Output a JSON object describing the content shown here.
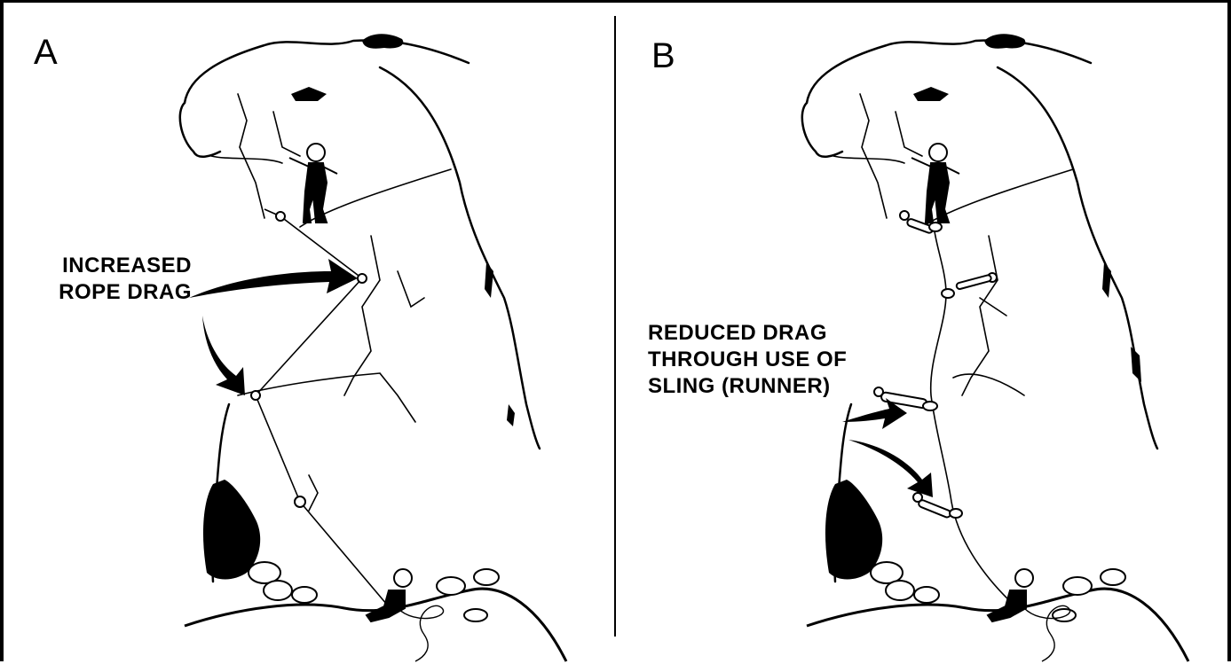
{
  "panels": [
    {
      "letter": "A",
      "caption_lines": [
        "INCREASED",
        "ROPE DRAG"
      ]
    },
    {
      "letter": "B",
      "caption_lines": [
        "REDUCED DRAG",
        "THROUGH USE OF",
        "SLING (RUNNER)"
      ]
    }
  ],
  "colors": {
    "ink": "#000000",
    "paper": "#ffffff"
  }
}
